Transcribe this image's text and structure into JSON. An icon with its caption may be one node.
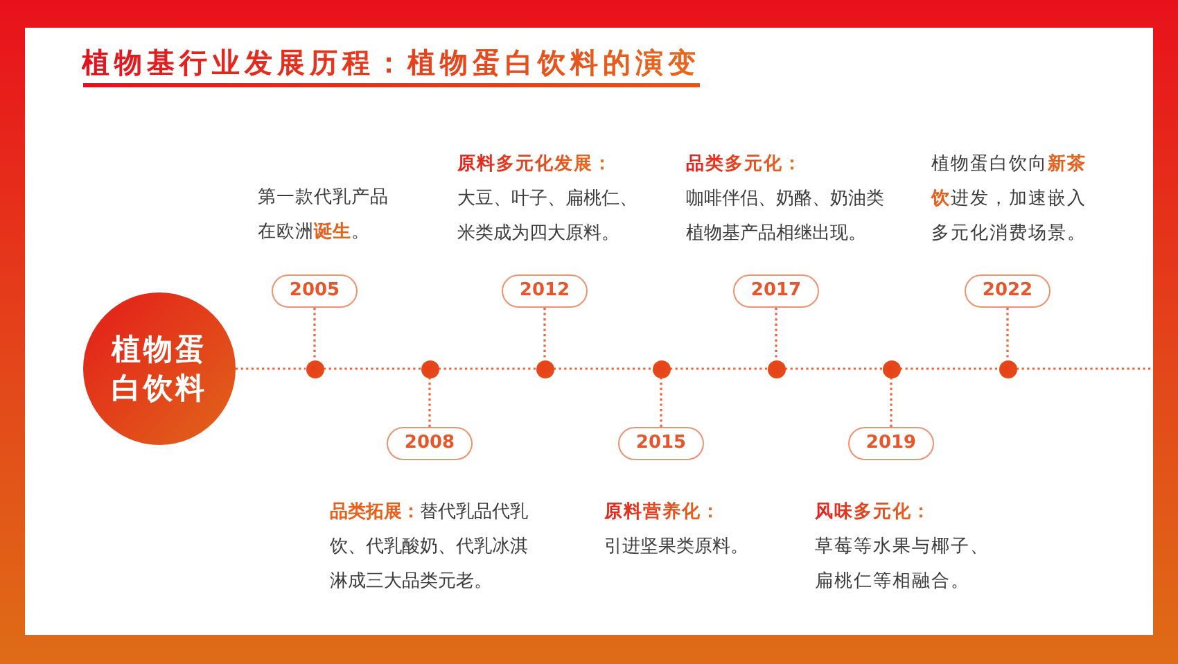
{
  "diagram": {
    "title": "植物基行业发展历程：植物蛋白饮料的演变",
    "nodes": [
      {
        "text": [
          "植物蛋白饮料"
        ]
      },
      {
        "text": [
          "2005"
        ],
        "beside": [
          "第一款代乳产品在欧洲**诞生**。"
        ]
      },
      {
        "text": [
          "2008"
        ],
        "beside": [
          "**品类拓展：**替代乳品代乳饮、代乳酸奶、代乳冰淇淋成三大品类元老。"
        ]
      },
      {
        "text": [
          "2012"
        ],
        "beside": [
          "原料多元化发展：",
          "大豆、叶子、扁桃仁、米类成为四大原料。"
        ]
      },
      {
        "text": [
          "2015"
        ],
        "beside": [
          "原料营养化：",
          "引进坚果类原料。"
        ]
      },
      {
        "text": [
          "2017"
        ],
        "beside": [
          "品类多元化：",
          "咖啡伴侣、奶酪、奶油类植物基产品相继出现。"
        ]
      },
      {
        "text": [
          "2019"
        ],
        "beside": [
          "风味多元化：",
          "草莓等水果与椰子、扁桃仁等相融合。"
        ]
      },
      {
        "text": [
          "2022"
        ],
        "beside": [
          "植物蛋白饮向**新茶饮**进发，加速嵌入多元化消费场景。"
        ]
      },
      {
        "text": [],
        "shape": "circle"
      },
      {
        "text": [],
        "shape": "circle"
      },
      {
        "text": [],
        "shape": "circle"
      },
      {
        "text": [],
        "shape": "circle"
      },
      {
        "text": [],
        "shape": "circle"
      },
      {
        "text": [],
        "shape": "circle"
      },
      {
        "text": [],
        "shape": "circle"
      }
    ],
    "edges": [
      {
        "from": 0,
        "to": 8,
        "arrow": "none",
        "style": "dashed"
      },
      {
        "from": 8,
        "to": 9,
        "arrow": "none",
        "style": "dashed"
      },
      {
        "from": 9,
        "to": 10,
        "arrow": "none",
        "style": "dashed"
      },
      {
        "from": 10,
        "to": 11,
        "arrow": "none",
        "style": "dashed"
      },
      {
        "from": 11,
        "to": 12,
        "arrow": "none",
        "style": "dashed"
      },
      {
        "from": 12,
        "to": 13,
        "arrow": "none",
        "style": "dashed"
      },
      {
        "from": 13,
        "to": 14,
        "arrow": "none",
        "style": "dashed"
      },
      {
        "from": 14,
        "to": null,
        "arrow": "none",
        "style": "dashed"
      },
      {
        "from": 1,
        "to": 8,
        "arrow": "none",
        "style": "dashed"
      },
      {
        "from": 2,
        "to": 9,
        "arrow": "none",
        "style": "dashed"
      },
      {
        "from": 3,
        "to": 10,
        "arrow": "none",
        "style": "dashed"
      },
      {
        "from": 4,
        "to": 11,
        "arrow": "none",
        "style": "dashed"
      },
      {
        "from": 5,
        "to": 12,
        "arrow": "none",
        "style": "dashed"
      },
      {
        "from": 6,
        "to": 13,
        "arrow": "none",
        "style": "dashed"
      },
      {
        "from": 7,
        "to": 14,
        "arrow": "none",
        "style": "dashed"
      }
    ]
  }
}
